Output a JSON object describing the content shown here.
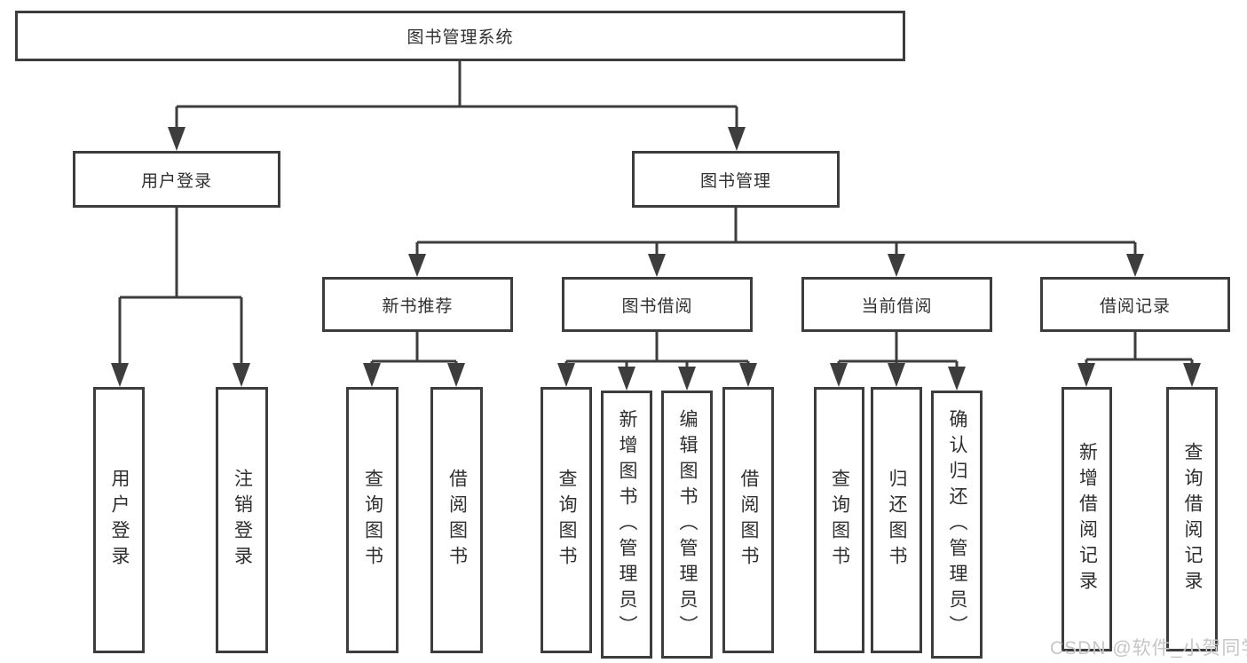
{
  "colors": {
    "line": "#3d3d3d",
    "text": "#2f2f2f",
    "box_background": "#ffffff",
    "page_background": "#ffffff",
    "watermark": "#c6c6c6"
  },
  "tree": {
    "root": {
      "label": "图书管理系统"
    },
    "branches": [
      {
        "label": "用户登录",
        "leaves": [
          {
            "label": "用户登录"
          },
          {
            "label": "注销登录"
          }
        ]
      },
      {
        "label": "图书管理",
        "groups": [
          {
            "label": "新书推荐",
            "leaves": [
              {
                "label": "查询图书"
              },
              {
                "label": "借阅图书"
              }
            ]
          },
          {
            "label": "图书借阅",
            "leaves": [
              {
                "label": "查询图书"
              },
              {
                "label": "新增图书（管理员）"
              },
              {
                "label": "编辑图书（管理员）"
              },
              {
                "label": "借阅图书"
              }
            ]
          },
          {
            "label": "当前借阅",
            "leaves": [
              {
                "label": "查询图书"
              },
              {
                "label": "归还图书"
              },
              {
                "label": "确认归还（管理员）"
              }
            ]
          },
          {
            "label": "借阅记录",
            "leaves": [
              {
                "label": "新增借阅记录"
              },
              {
                "label": "查询借阅记录"
              }
            ]
          }
        ]
      }
    ]
  },
  "watermark": {
    "text": "CSDN @软件_小贺同学"
  }
}
